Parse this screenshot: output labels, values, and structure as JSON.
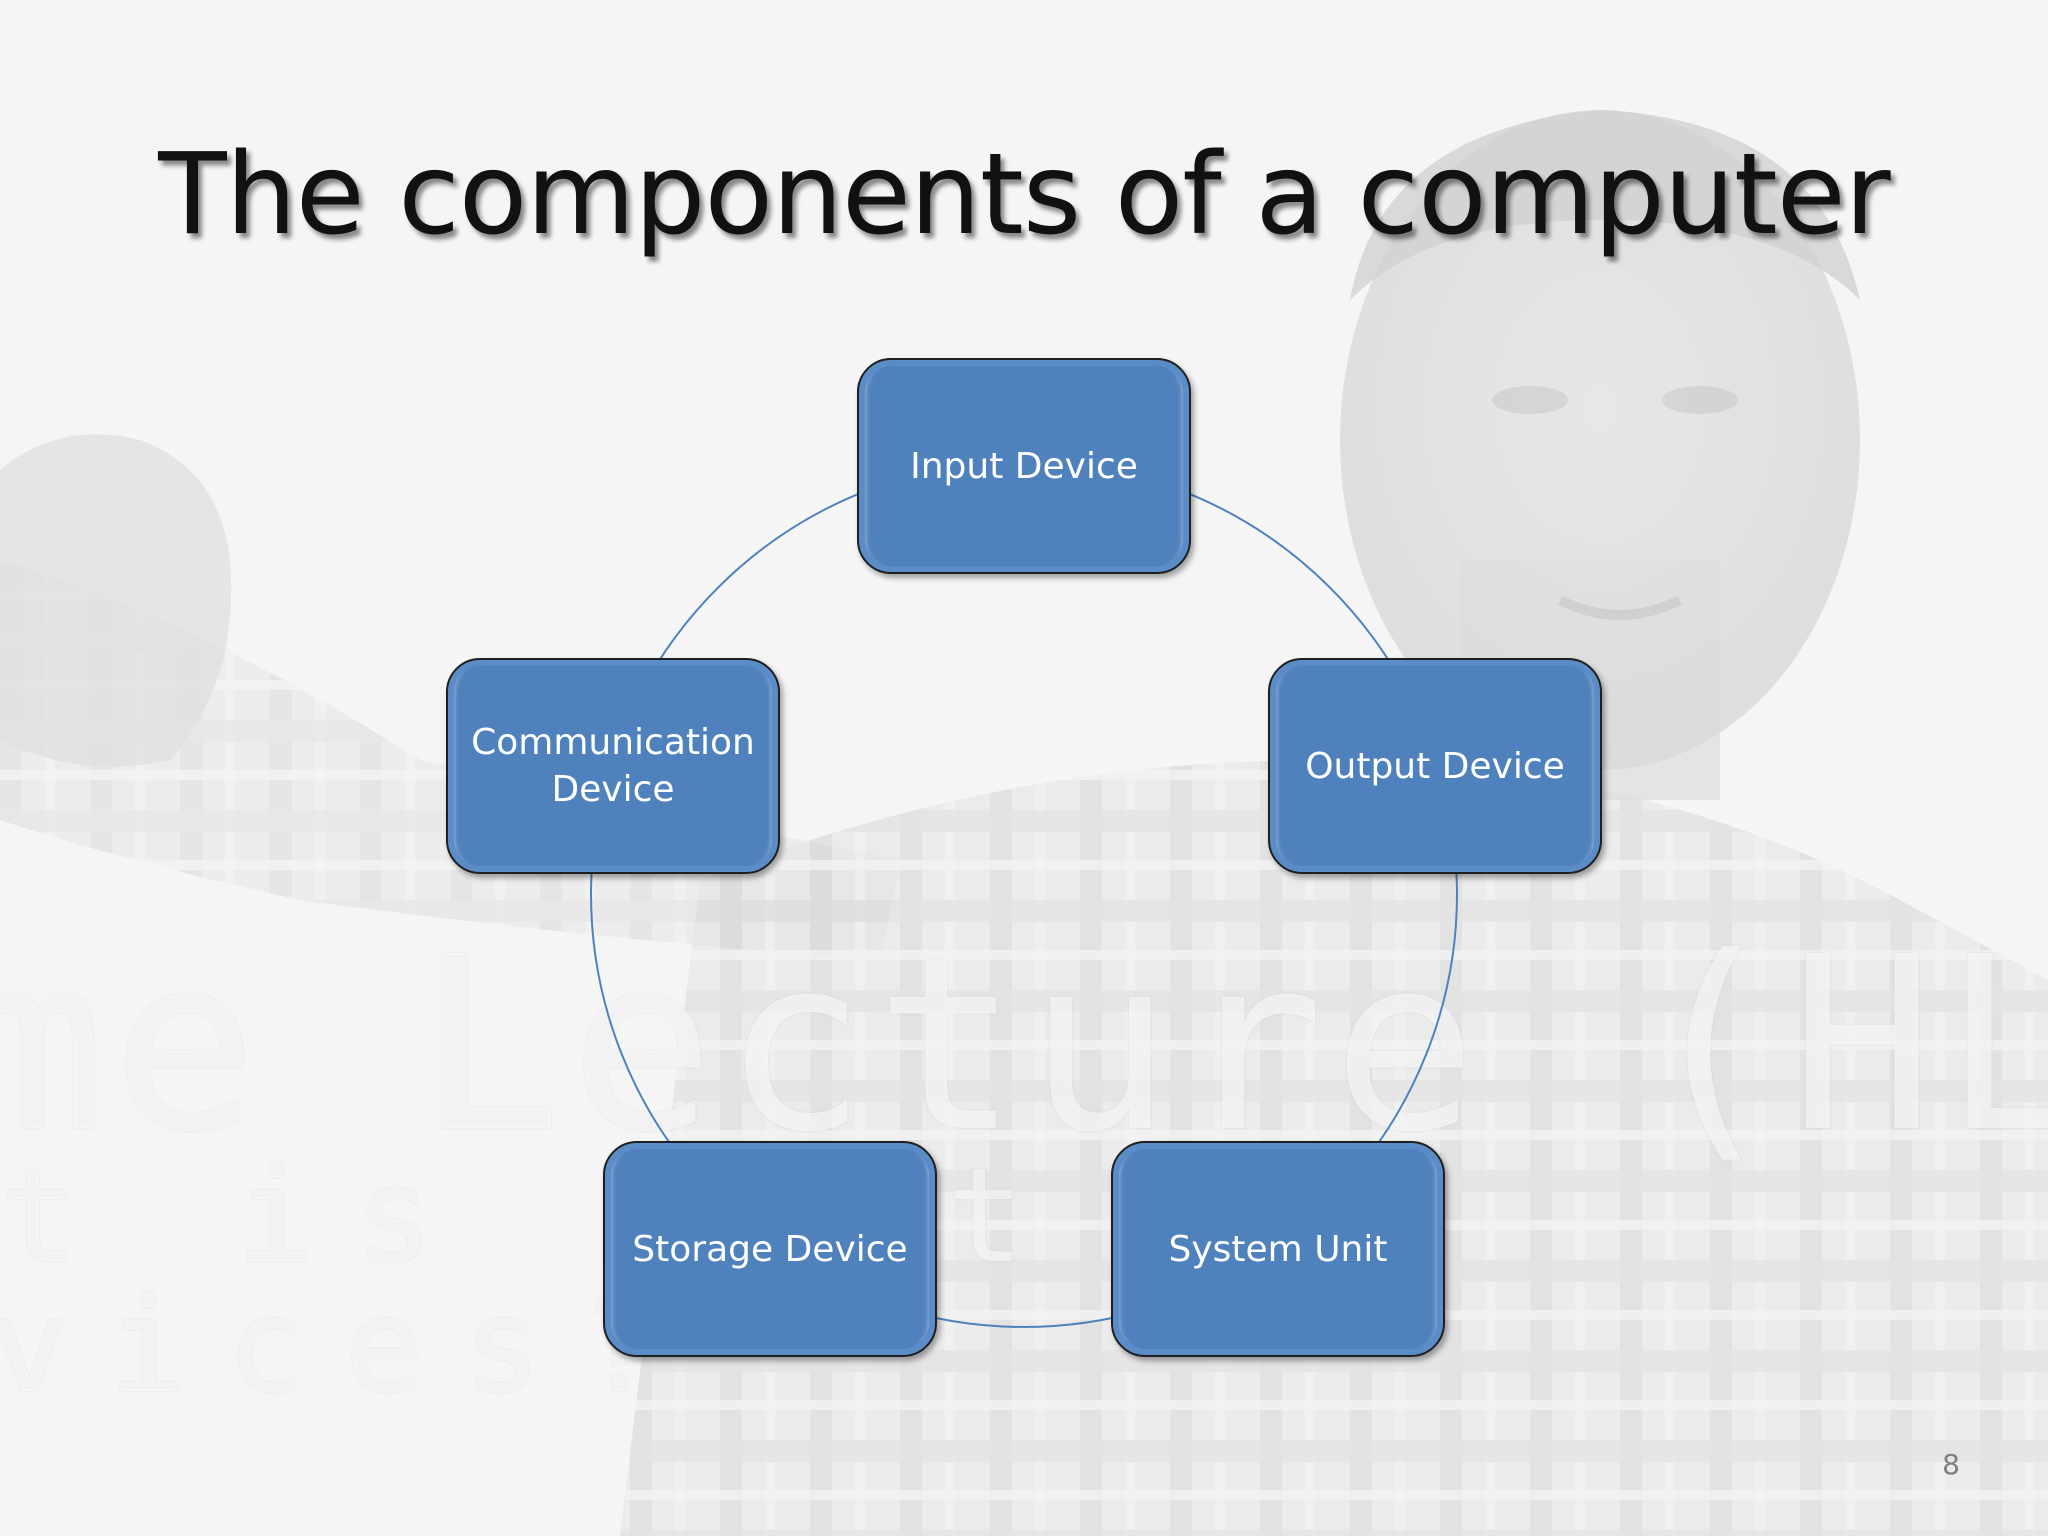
{
  "slide": {
    "title": "The components of a computer",
    "page_number": "8",
    "watermark_lines": [
      "me Lecture (HL)",
      "t is Pr     t",
      "vices?"
    ]
  },
  "diagram": {
    "type": "cycle",
    "nodes": [
      {
        "id": "input",
        "label": "Input Device"
      },
      {
        "id": "output",
        "label": "Output Device"
      },
      {
        "id": "system",
        "label": "System Unit"
      },
      {
        "id": "storage",
        "label": "Storage Device"
      },
      {
        "id": "communication",
        "label": "Communication Device"
      }
    ],
    "colors": {
      "node_fill": "#4f81bd",
      "node_border": "#1f1f1f",
      "connector": "#4f81bd",
      "text": "#ffffff"
    }
  }
}
